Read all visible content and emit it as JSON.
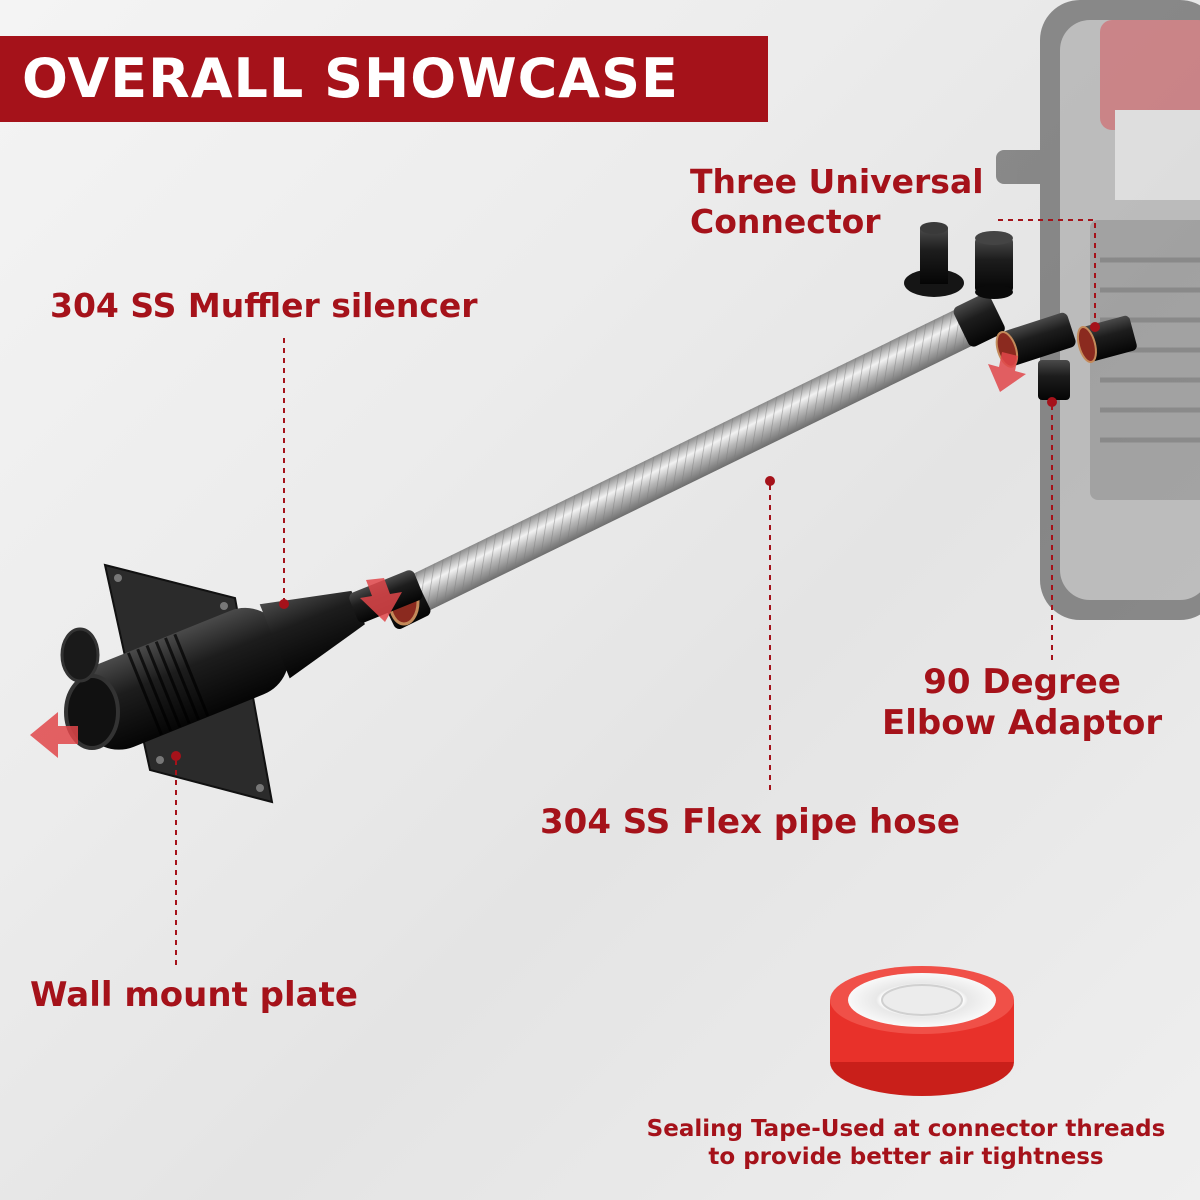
{
  "banner": {
    "title": "OVERALL SHOWCASE"
  },
  "labels": {
    "connector": "Three Universal\nConnector",
    "muffler": "304 SS Muffler silencer",
    "elbow_line1": "90 Degree",
    "elbow_line2": "Elbow Adaptor",
    "flex_pipe": "304 SS Flex pipe hose",
    "wall_plate": "Wall mount plate",
    "sealing_tape": "Sealing Tape-Used at connector threads to provide better air tightness"
  },
  "colors": {
    "accent": "#a5121a",
    "banner_text": "#ffffff",
    "tape_red": "#e8312a",
    "metal_dark": "#1c1c1c"
  }
}
